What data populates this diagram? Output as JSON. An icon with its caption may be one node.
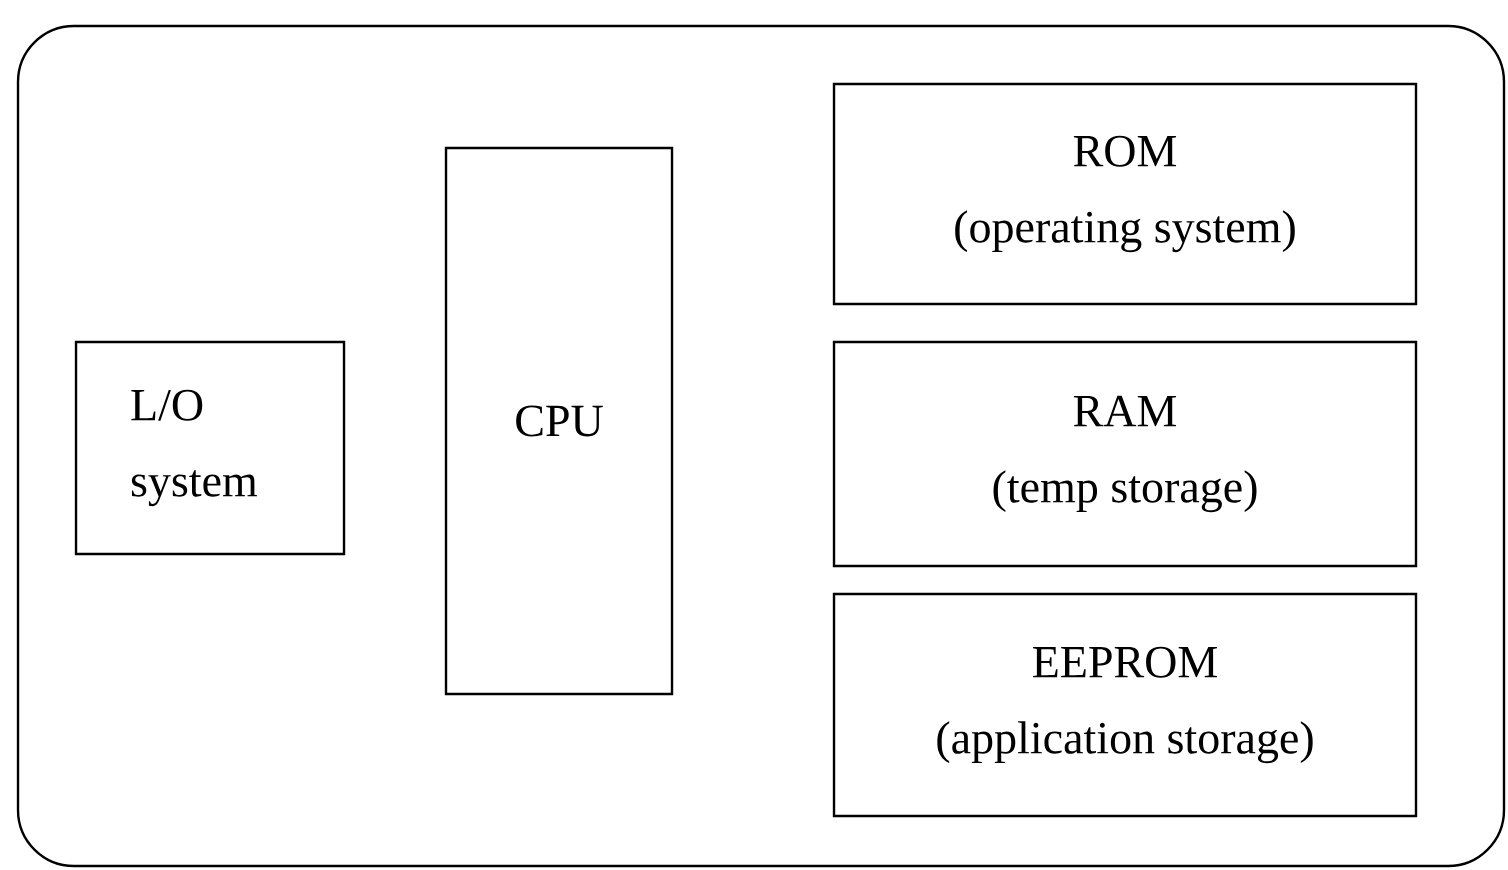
{
  "diagram": {
    "nodes": [
      {
        "text": [],
        "shape": "box"
      },
      {
        "text": [
          "L/O system"
        ],
        "in": 0
      },
      {
        "text": [
          "CPU"
        ],
        "in": 0
      },
      {
        "text": [
          "ROM",
          "(operating system)"
        ],
        "in": 0
      },
      {
        "text": [
          "RAM",
          "(temp storage)"
        ],
        "in": 0
      },
      {
        "text": [
          "EEPROM",
          "(application storage)"
        ],
        "in": 0
      }
    ]
  }
}
